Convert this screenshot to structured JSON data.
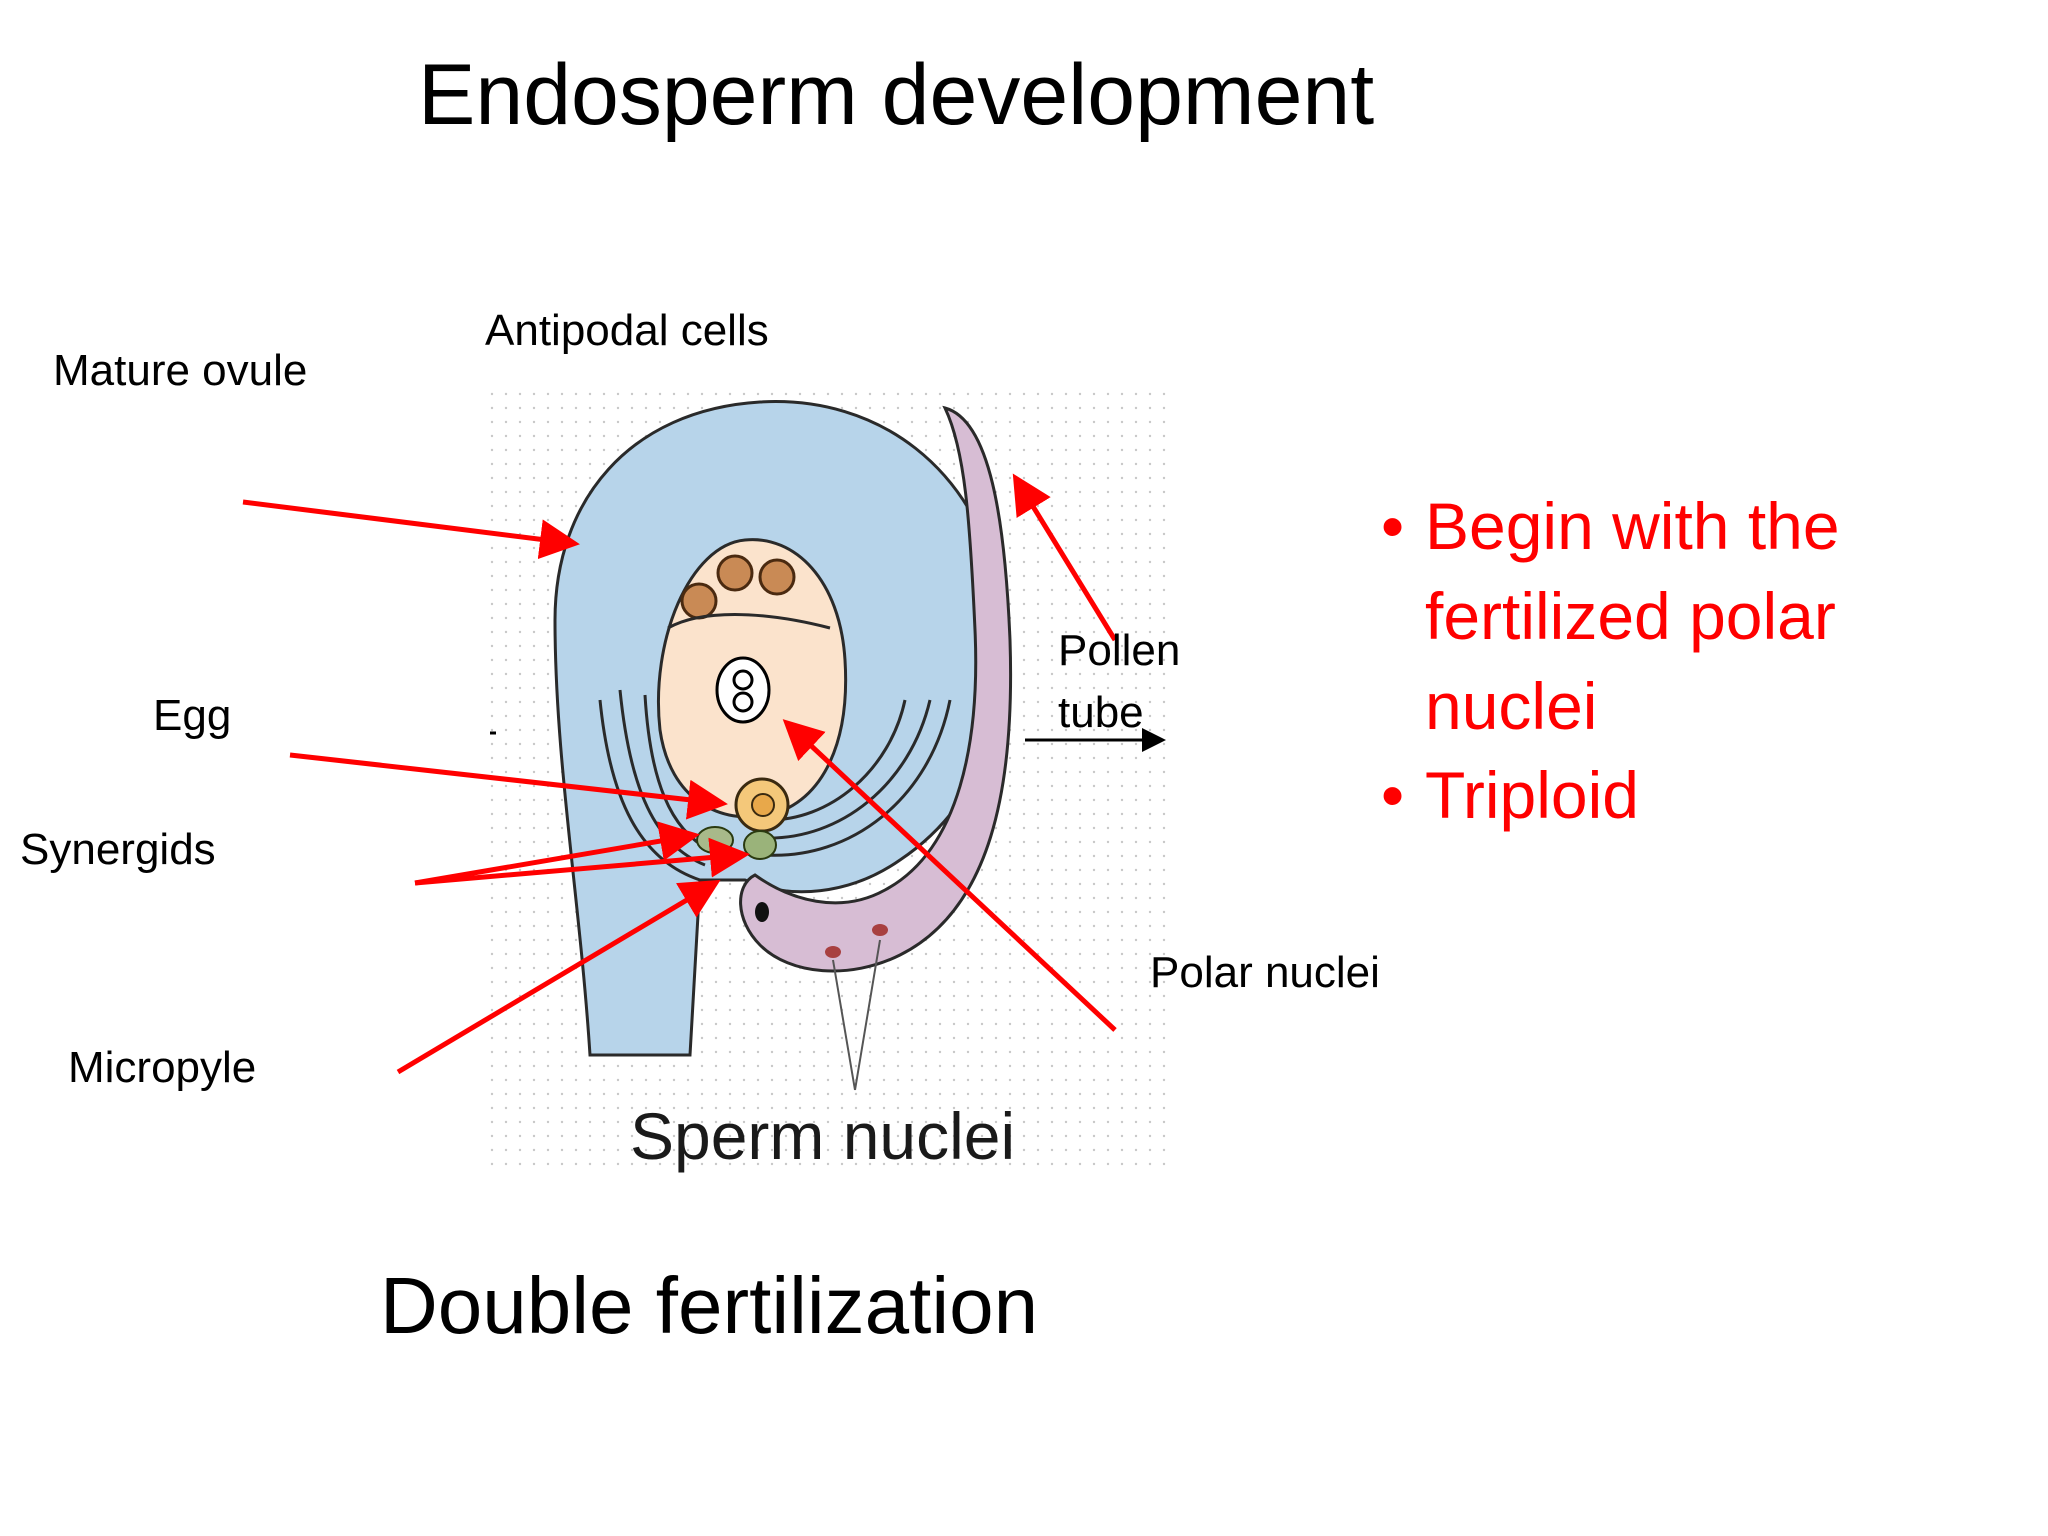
{
  "slide": {
    "title": "Endosperm development",
    "caption": "Double fertilization"
  },
  "labels": {
    "antipodal_cells": "Antipodal cells",
    "mature_ovule": "Mature ovule",
    "pollen": "Pollen",
    "tube": "tube",
    "egg": "Egg",
    "synergids": "Synergids",
    "polar_nuclei": "Polar nuclei",
    "micropyle": "Micropyle",
    "sperm_nuclei": "Sperm nuclei"
  },
  "bullets": [
    "Begin with the fertilized  polar nuclei",
    "Triploid"
  ],
  "colors": {
    "arrow": "#ff0000",
    "integument": "#b7d4ea",
    "embryo_sac": "#fbe3cc",
    "pollen_tube": "#d7bdd4",
    "bullet_text": "#ff0000"
  }
}
